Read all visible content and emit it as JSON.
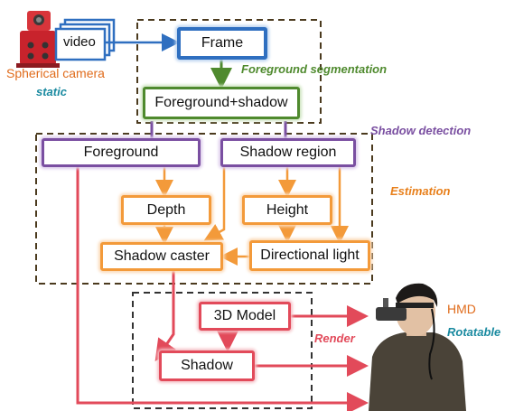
{
  "camera": {
    "title": "Spherical camera",
    "mode": "static",
    "video_label": "video"
  },
  "hmd": {
    "title": "HMD",
    "mode": "Rotatable"
  },
  "sections": {
    "foreground_segmentation": "Foreground segmentation",
    "shadow_detection": "Shadow detection",
    "estimation": "Estimation",
    "render": "Render"
  },
  "nodes": {
    "frame": "Frame",
    "foreground_shadow": "Foreground+shadow",
    "foreground": "Foreground",
    "shadow_region": "Shadow region",
    "depth": "Depth",
    "height": "Height",
    "shadow_caster": "Shadow caster",
    "directional_light": "Directional light",
    "model_3d": "3D Model",
    "shadow": "Shadow"
  },
  "colors": {
    "blue": "#2f6fc0",
    "green": "#4f8a2e",
    "purple": "#7a4fa1",
    "orange": "#f39a3a",
    "red": "#e24a5a",
    "teal": "#1a8aa0"
  }
}
